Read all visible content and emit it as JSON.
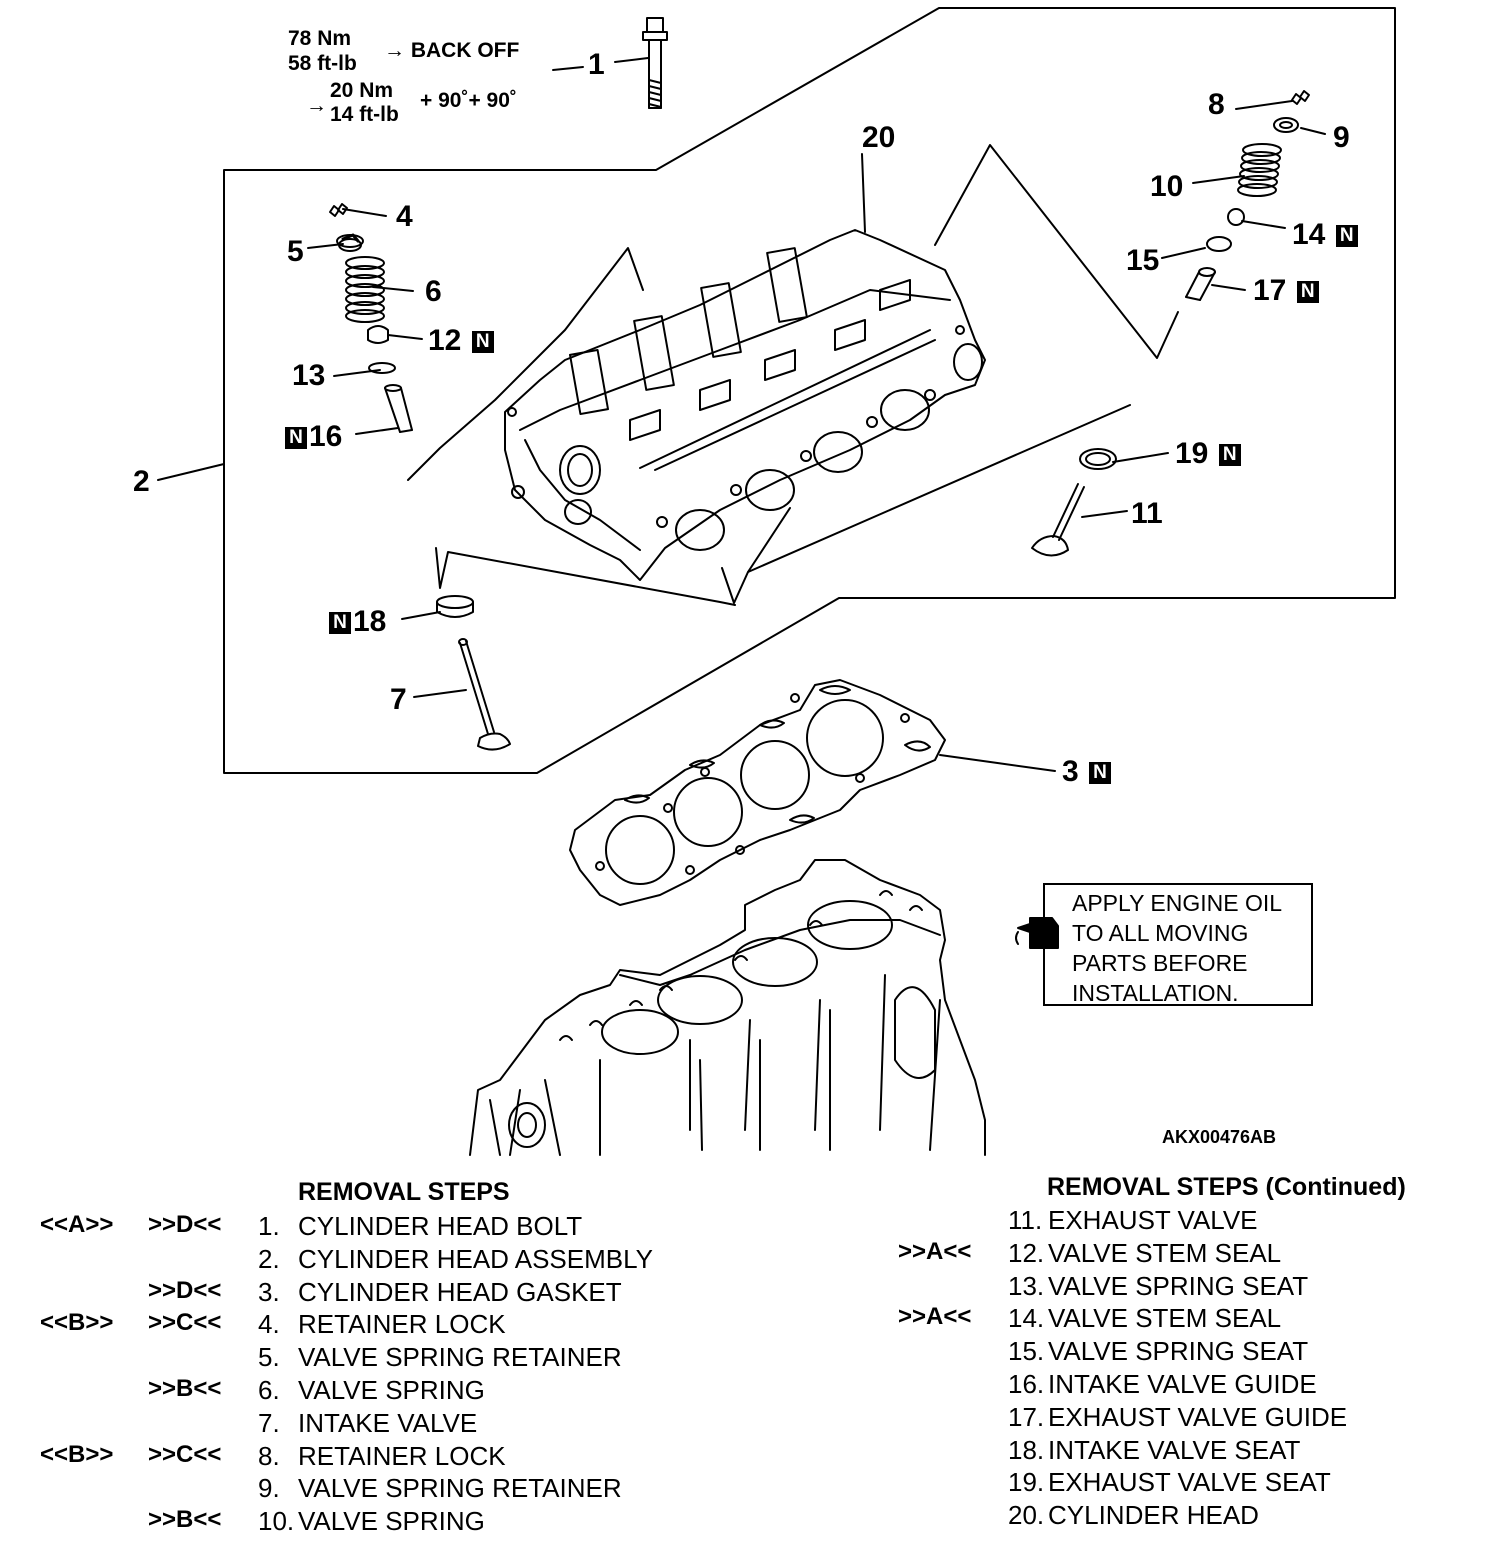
{
  "torque": {
    "line1": "78 Nm",
    "line2": "58 ft-lb",
    "back_off": "→ BACK OFF",
    "arrow": "→",
    "line3": "20 Nm",
    "line4": "14 ft-lb",
    "angle": "+ 90˚+ 90˚"
  },
  "callouts": {
    "c1": "1",
    "c2": "2",
    "c3": "3",
    "c4": "4",
    "c5": "5",
    "c6": "6",
    "c7": "7",
    "c8": "8",
    "c9": "9",
    "c10": "10",
    "c11": "11",
    "c12": "12",
    "c13": "13",
    "c14": "14",
    "c15": "15",
    "c16": "16",
    "c17": "17",
    "c18": "18",
    "c19": "19",
    "c20": "20",
    "new_mark": "N"
  },
  "note": {
    "line1": "APPLY ENGINE OIL",
    "line2": "TO ALL MOVING",
    "line3": "PARTS BEFORE",
    "line4": "INSTALLATION."
  },
  "figure_code": "AKX00476AB",
  "removal_steps": {
    "heading": "REMOVAL STEPS",
    "steps": [
      {
        "m1": "<<A>>",
        "m2": ">>D<<",
        "num": "1.",
        "text": "CYLINDER HEAD BOLT"
      },
      {
        "m1": "",
        "m2": "",
        "num": "2.",
        "text": "CYLINDER HEAD ASSEMBLY"
      },
      {
        "m1": "",
        "m2": ">>D<<",
        "num": "3.",
        "text": "CYLINDER HEAD GASKET"
      },
      {
        "m1": "<<B>>",
        "m2": ">>C<<",
        "num": "4.",
        "text": "RETAINER LOCK"
      },
      {
        "m1": "",
        "m2": "",
        "num": "5.",
        "text": "VALVE SPRING RETAINER"
      },
      {
        "m1": "",
        "m2": ">>B<<",
        "num": "6.",
        "text": "VALVE SPRING"
      },
      {
        "m1": "",
        "m2": "",
        "num": "7.",
        "text": "INTAKE VALVE"
      },
      {
        "m1": "<<B>>",
        "m2": ">>C<<",
        "num": "8.",
        "text": "RETAINER LOCK"
      },
      {
        "m1": "",
        "m2": "",
        "num": "9.",
        "text": "VALVE SPRING RETAINER"
      },
      {
        "m1": "",
        "m2": ">>B<<",
        "num": "10.",
        "text": "VALVE SPRING"
      }
    ]
  },
  "removal_steps_continued": {
    "heading": "REMOVAL STEPS (Continued)",
    "steps": [
      {
        "mark": "",
        "num": "11.",
        "text": "EXHAUST VALVE"
      },
      {
        "mark": ">>A<<",
        "num": "12.",
        "text": "VALVE STEM SEAL"
      },
      {
        "mark": "",
        "num": "13.",
        "text": "VALVE SPRING SEAT"
      },
      {
        "mark": ">>A<<",
        "num": "14.",
        "text": "VALVE STEM SEAL"
      },
      {
        "mark": "",
        "num": "15.",
        "text": "VALVE SPRING SEAT"
      },
      {
        "mark": "",
        "num": "16.",
        "text": "INTAKE VALVE GUIDE"
      },
      {
        "mark": "",
        "num": "17.",
        "text": "EXHAUST VALVE GUIDE"
      },
      {
        "mark": "",
        "num": "18.",
        "text": "INTAKE VALVE SEAT"
      },
      {
        "mark": "",
        "num": "19.",
        "text": "EXHAUST VALVE SEAT"
      },
      {
        "mark": "",
        "num": "20.",
        "text": "CYLINDER HEAD"
      }
    ]
  }
}
